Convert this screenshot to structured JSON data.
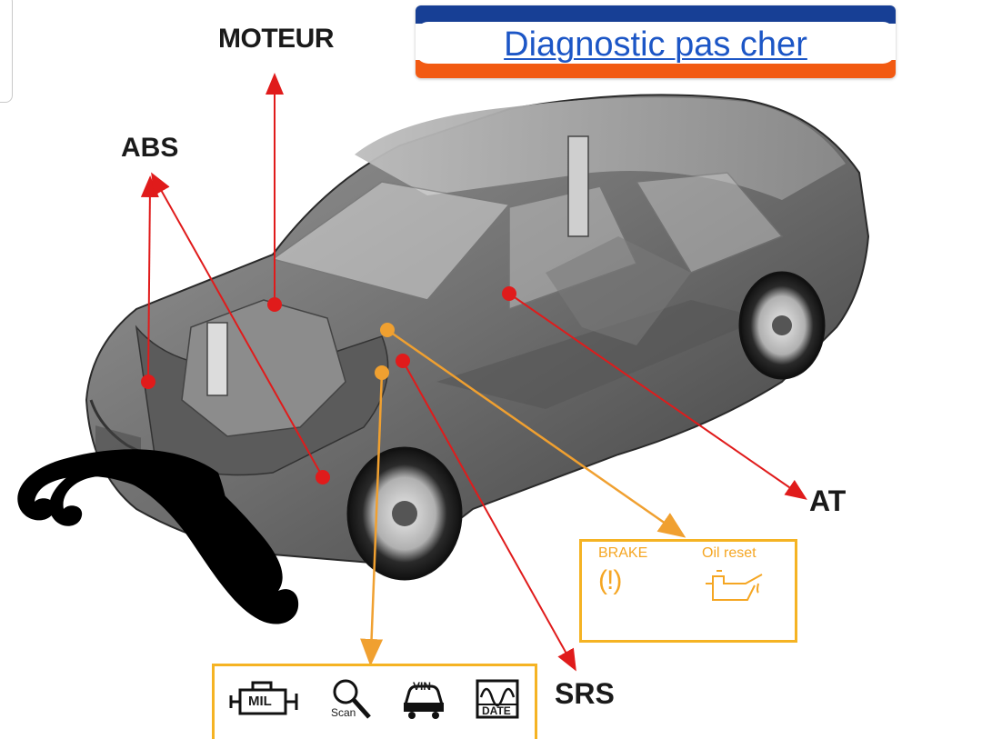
{
  "banner": {
    "title": "Diagnostic pas cher",
    "top_color": "#173f95",
    "bottom_color": "#f25a12",
    "text_color": "#1c56c6"
  },
  "labels": {
    "moteur": "MOTEUR",
    "abs": "ABS",
    "at": "AT",
    "srs": "SRS"
  },
  "obd_panel": {
    "brake_label": "BRAKE",
    "oil_label": "Oil reset",
    "brake_symbol": "(!)",
    "accent_color": "#f5b323"
  },
  "tools_panel": {
    "mil": "MIL",
    "scan": "Scan",
    "vin": "VIN",
    "date": "DATE"
  },
  "colors": {
    "pointer_red": "#e01b1b",
    "pointer_orange": "#f0a030",
    "car_body": "#6b6b6b"
  },
  "icons": [
    "mustache-icon",
    "car-cutaway-illustration",
    "brake-warning-icon",
    "oil-reset-icon",
    "mil-engine-icon",
    "scan-magnifier-icon",
    "vin-car-icon",
    "date-calendar-icon"
  ]
}
